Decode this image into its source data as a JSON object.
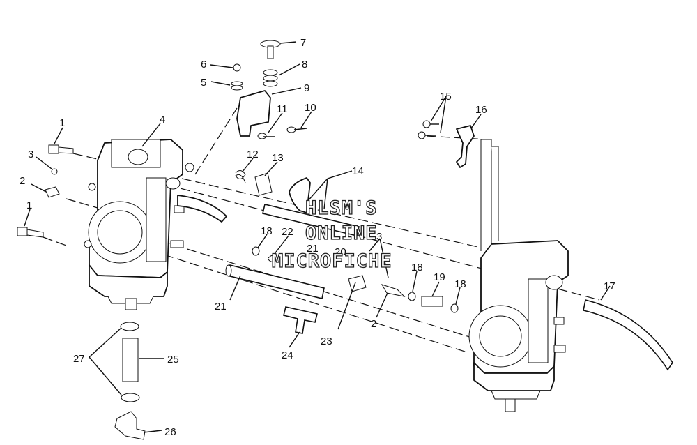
{
  "parts": [
    {
      "id": "lbl-1a",
      "text": "1"
    },
    {
      "id": "lbl-1b",
      "text": "1"
    },
    {
      "id": "lbl-2a",
      "text": "2"
    },
    {
      "id": "lbl-2b",
      "text": "2"
    },
    {
      "id": "lbl-3a",
      "text": "3"
    },
    {
      "id": "lbl-3b",
      "text": "3"
    },
    {
      "id": "lbl-4",
      "text": "4"
    },
    {
      "id": "lbl-5",
      "text": "5"
    },
    {
      "id": "lbl-6",
      "text": "6"
    },
    {
      "id": "lbl-7",
      "text": "7"
    },
    {
      "id": "lbl-8",
      "text": "8"
    },
    {
      "id": "lbl-9",
      "text": "9"
    },
    {
      "id": "lbl-10",
      "text": "10"
    },
    {
      "id": "lbl-11",
      "text": "11"
    },
    {
      "id": "lbl-12",
      "text": "12"
    },
    {
      "id": "lbl-13",
      "text": "13"
    },
    {
      "id": "lbl-14",
      "text": "14"
    },
    {
      "id": "lbl-15",
      "text": "15"
    },
    {
      "id": "lbl-16",
      "text": "16"
    },
    {
      "id": "lbl-17",
      "text": "17"
    },
    {
      "id": "lbl-18a",
      "text": "18"
    },
    {
      "id": "lbl-18b",
      "text": "18"
    },
    {
      "id": "lbl-18c",
      "text": "18"
    },
    {
      "id": "lbl-19",
      "text": "19"
    },
    {
      "id": "lbl-20",
      "text": "20"
    },
    {
      "id": "lbl-21a",
      "text": "21"
    },
    {
      "id": "lbl-21b",
      "text": "21"
    },
    {
      "id": "lbl-22",
      "text": "22"
    },
    {
      "id": "lbl-23",
      "text": "23"
    },
    {
      "id": "lbl-24",
      "text": "24"
    },
    {
      "id": "lbl-25",
      "text": "25"
    },
    {
      "id": "lbl-26",
      "text": "26"
    },
    {
      "id": "lbl-27",
      "text": "27"
    }
  ],
  "watermark": {
    "line1": "HLSM'S",
    "line2": "ONLINE",
    "line3": "MICROFICHE"
  }
}
